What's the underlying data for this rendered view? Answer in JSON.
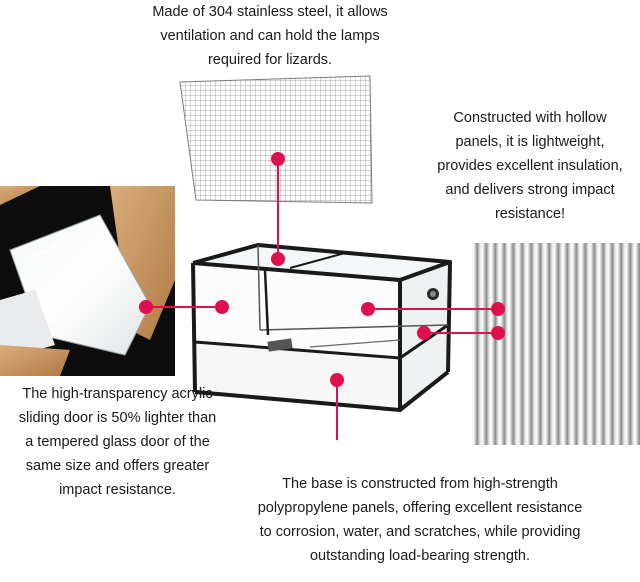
{
  "captions": {
    "mesh": [
      "Made of 304 stainless steel, it allows",
      "ventilation and can hold the lamps",
      "required for lizards."
    ],
    "side": [
      "Constructed with hollow",
      "panels, it is lightweight,",
      "provides excellent insulation,",
      "and delivers strong impact",
      "resistance!"
    ],
    "door": [
      "The high-transparency acrylic",
      "sliding door is 50% lighter than",
      "a tempered glass door of the",
      "same size and offers greater",
      "impact resistance."
    ],
    "base": [
      "The base is constructed from high-strength",
      "polypropylene panels, offering excellent resistance",
      "to corrosion, water, and scratches, while providing",
      "outstanding load-bearing strength."
    ]
  },
  "colors": {
    "callout": "#e0104f",
    "frame": "#1a1a1a",
    "text": "#1a1a1a"
  }
}
